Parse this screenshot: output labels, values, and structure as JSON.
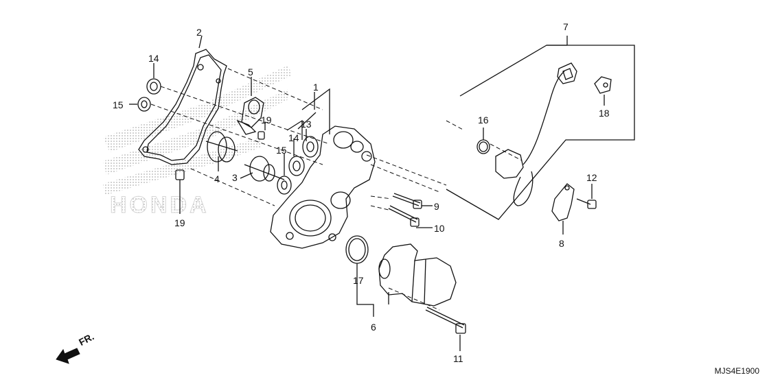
{
  "diagram": {
    "callouts": [
      {
        "id": "c1",
        "text": "1"
      },
      {
        "id": "c2",
        "text": "2"
      },
      {
        "id": "c3",
        "text": "3"
      },
      {
        "id": "c4",
        "text": "4"
      },
      {
        "id": "c5",
        "text": "5"
      },
      {
        "id": "c6",
        "text": "6"
      },
      {
        "id": "c7",
        "text": "7"
      },
      {
        "id": "c8",
        "text": "8"
      },
      {
        "id": "c9",
        "text": "9"
      },
      {
        "id": "c10",
        "text": "10"
      },
      {
        "id": "c11",
        "text": "11"
      },
      {
        "id": "c12",
        "text": "12"
      },
      {
        "id": "c13",
        "text": "13"
      },
      {
        "id": "c14a",
        "text": "14"
      },
      {
        "id": "c14b",
        "text": "14"
      },
      {
        "id": "c15a",
        "text": "15"
      },
      {
        "id": "c15b",
        "text": "15"
      },
      {
        "id": "c16",
        "text": "16"
      },
      {
        "id": "c17",
        "text": "17"
      },
      {
        "id": "c18",
        "text": "18"
      },
      {
        "id": "c19a",
        "text": "19"
      },
      {
        "id": "c19b",
        "text": "19"
      }
    ],
    "direction_label": "FR.",
    "diagram_code": "MJS4E1900",
    "watermark_text": "HONDA",
    "colors": {
      "line": "#111111",
      "watermark": "#c8c8c8",
      "background": "#ffffff"
    }
  }
}
